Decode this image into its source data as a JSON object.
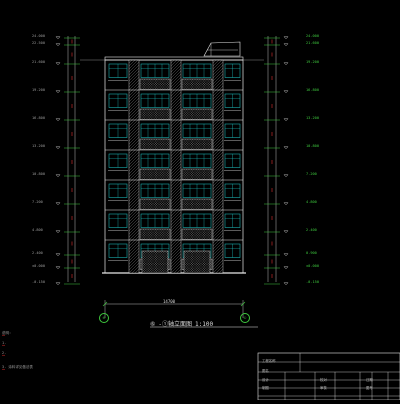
{
  "drawing": {
    "title_symbol": "⑥",
    "title_text": "-①轴立面图",
    "scale": "1:100",
    "overall_width_dim": "14700",
    "axis_left": "⑥",
    "axis_right": "①"
  },
  "levels_left": [
    "24.000",
    "22.500",
    "21.600",
    "19.200",
    "16.800",
    "13.200",
    "10.800",
    "7.200",
    "4.800",
    "2.400",
    "±0.000",
    "-0.150"
  ],
  "levels_right": [
    "24.000",
    "21.600",
    "19.200",
    "16.800",
    "13.200",
    "10.800",
    "7.200",
    "4.800",
    "2.400",
    "0.900",
    "±0.000",
    "-0.150"
  ],
  "notes": [
    "说明:",
    "1.",
    "2.",
    "3. 涂料详见做法表"
  ],
  "title_block": {
    "project_label": "工程名称",
    "drawing_label": "图名",
    "rows": [
      "设计",
      "制图",
      "校对",
      "审核"
    ],
    "date_label": "日期",
    "no_label": "图号"
  },
  "colors": {
    "background": "#000000",
    "line_white": "#e8e8e8",
    "line_green": "#3ec93e",
    "window_cyan": "#20d0d0",
    "hatch_gray": "#8a8a8a",
    "red": "#e03030"
  }
}
